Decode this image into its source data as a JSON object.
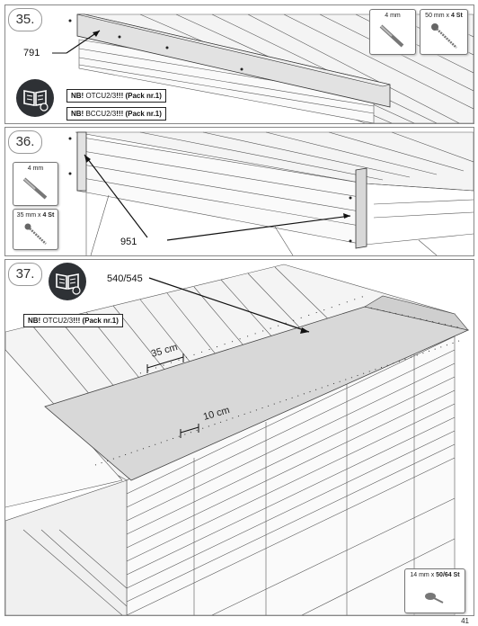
{
  "steps": [
    {
      "number": "35.",
      "part_label": "791",
      "notes": [
        {
          "prefix": "NB!",
          "text": " OTCU2/3",
          "bang": "!!!",
          "pack": " (Pack nr.1)"
        },
        {
          "prefix": "NB!",
          "text": " BCCU2/3",
          "bang": "!!!",
          "pack": " (Pack nr.1)"
        }
      ],
      "hardware": [
        {
          "label": "4 mm",
          "icon": "drill-bit-icon"
        },
        {
          "label_prefix": "50 mm x ",
          "label_bold": "4 St",
          "icon": "screw-icon"
        }
      ]
    },
    {
      "number": "36.",
      "part_label": "951",
      "hardware": [
        {
          "label": "4 mm",
          "icon": "drill-bit-icon"
        },
        {
          "label_prefix": "35 mm x ",
          "label_bold": "4 St",
          "icon": "screw-icon"
        }
      ]
    },
    {
      "number": "37.",
      "part_label": "540/545",
      "note": {
        "prefix": "NB!",
        "text": " OTCU2/3",
        "bang": "!!!",
        "pack": " (Pack nr.1)"
      },
      "measurements": [
        "35 cm",
        "10 cm"
      ],
      "hardware": [
        {
          "label_prefix": "14 mm x ",
          "label_bold": "50/64 St",
          "icon": "roofing-nail-icon"
        }
      ]
    }
  ],
  "page_number": "41",
  "colors": {
    "icon_bg": "#2e3135",
    "line": "#222222",
    "board": "#eeeeee",
    "felt": "#d8d8d8"
  }
}
